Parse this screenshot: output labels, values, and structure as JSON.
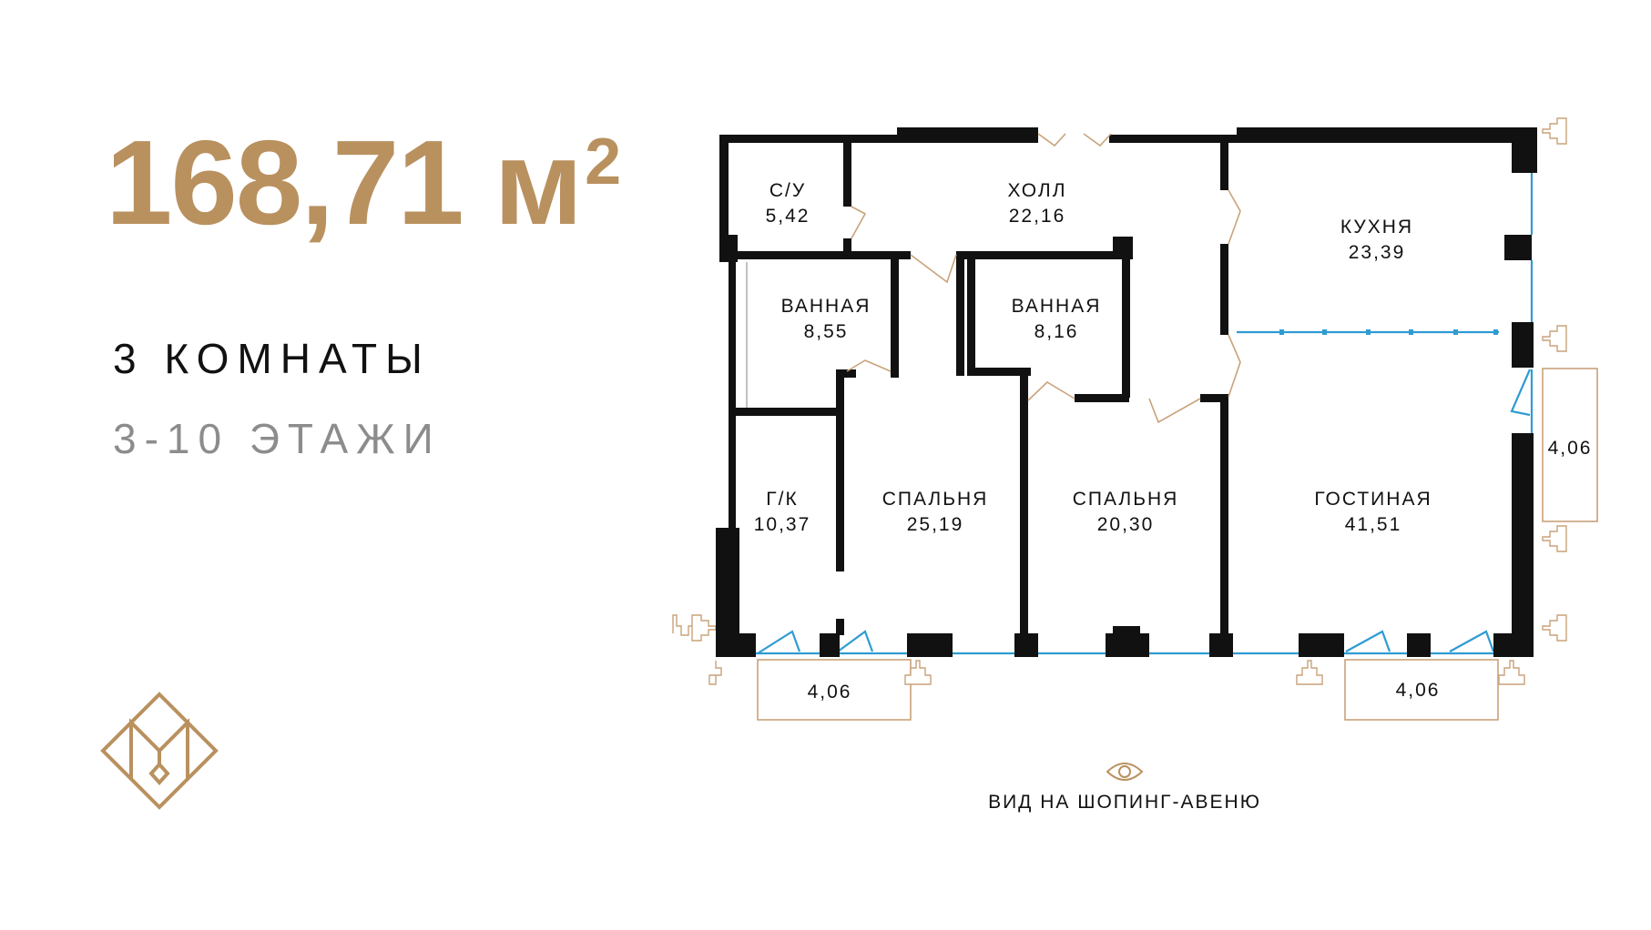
{
  "header": {
    "area_value": "168,71 м",
    "area_superscript": "2",
    "rooms": "3 КОМНАТЫ",
    "floors": "3-10 ЭТАЖИ"
  },
  "colors": {
    "accent_gold": "#b9915f",
    "wall": "#111111",
    "window_blue": "#2f9bd3",
    "balcony_outline": "#c9a27a",
    "secondary_text": "#8c8c8c"
  },
  "logo": {
    "icon": "brand-logo-icon"
  },
  "plan": {
    "rooms": [
      {
        "id": "su",
        "name": "С/У",
        "area": "5,42"
      },
      {
        "id": "hall",
        "name": "ХОЛЛ",
        "area": "22,16"
      },
      {
        "id": "kitchen",
        "name": "КУХНЯ",
        "area": "23,39"
      },
      {
        "id": "bath1",
        "name": "ВАННАЯ",
        "area": "8,55"
      },
      {
        "id": "bath2",
        "name": "ВАННАЯ",
        "area": "8,16"
      },
      {
        "id": "wardrobe",
        "name": "Г/К",
        "area": "10,37"
      },
      {
        "id": "bed1",
        "name": "СПАЛЬНЯ",
        "area": "25,19"
      },
      {
        "id": "bed2",
        "name": "СПАЛЬНЯ",
        "area": "20,30"
      },
      {
        "id": "living",
        "name": "ГОСТИНАЯ",
        "area": "41,51"
      }
    ],
    "balconies": [
      {
        "id": "balcony-bottom-left",
        "area": "4,06"
      },
      {
        "id": "balcony-bottom-right",
        "area": "4,06"
      },
      {
        "id": "balcony-right",
        "area": "4,06"
      }
    ]
  },
  "view": {
    "icon": "eye-icon",
    "label": "ВИД НА ШОПИНГ-АВЕНЮ"
  }
}
